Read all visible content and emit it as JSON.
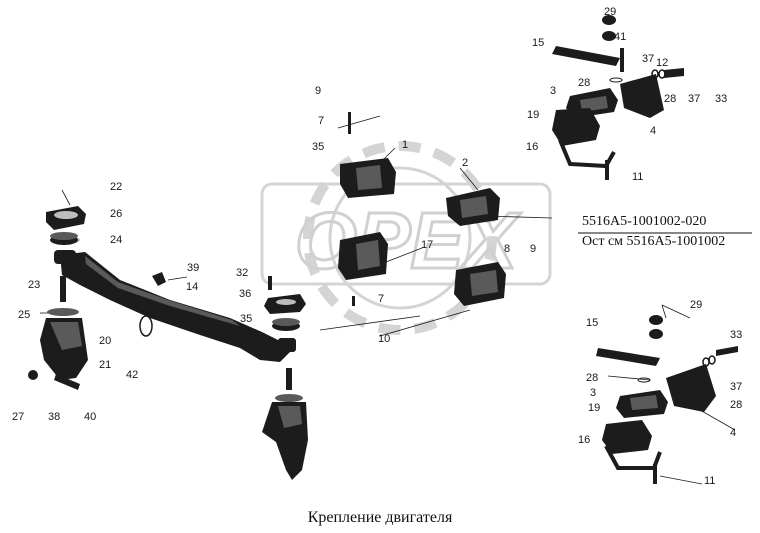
{
  "title": "Крепление двигателя",
  "designation": "5516А5-1001002-020",
  "designation_alt": "Ост см 5516А5-1001002",
  "watermark": "OPEX",
  "colors": {
    "part": "#1c1c1c",
    "shade": "#5a5a5a",
    "light": "#bdbdbd",
    "watermark": "#d4d4d4"
  },
  "callouts": [
    {
      "id": "c29a",
      "text": "29"
    },
    {
      "id": "c41",
      "text": "41"
    },
    {
      "id": "c15a",
      "text": "15"
    },
    {
      "id": "c37a",
      "text": "37"
    },
    {
      "id": "c12",
      "text": "12"
    },
    {
      "id": "c3a",
      "text": "3"
    },
    {
      "id": "c28a",
      "text": "28"
    },
    {
      "id": "c28b",
      "text": "28"
    },
    {
      "id": "c37b",
      "text": "37"
    },
    {
      "id": "c33a",
      "text": "33"
    },
    {
      "id": "c19a",
      "text": "19"
    },
    {
      "id": "c4a",
      "text": "4"
    },
    {
      "id": "c16a",
      "text": "16"
    },
    {
      "id": "c11a",
      "text": "11"
    },
    {
      "id": "c9a",
      "text": "9"
    },
    {
      "id": "c7a",
      "text": "7"
    },
    {
      "id": "c35a",
      "text": "35"
    },
    {
      "id": "c1",
      "text": "1"
    },
    {
      "id": "c2",
      "text": "2"
    },
    {
      "id": "c22",
      "text": "22"
    },
    {
      "id": "c26",
      "text": "26"
    },
    {
      "id": "c24",
      "text": "24"
    },
    {
      "id": "c17",
      "text": "17"
    },
    {
      "id": "c8",
      "text": "8"
    },
    {
      "id": "c9b",
      "text": "9"
    },
    {
      "id": "c39",
      "text": "39"
    },
    {
      "id": "c32",
      "text": "32"
    },
    {
      "id": "c14",
      "text": "14"
    },
    {
      "id": "c36",
      "text": "36"
    },
    {
      "id": "c7b",
      "text": "7"
    },
    {
      "id": "c23",
      "text": "23"
    },
    {
      "id": "c25",
      "text": "25"
    },
    {
      "id": "c35b",
      "text": "35"
    },
    {
      "id": "c10",
      "text": "10"
    },
    {
      "id": "c20",
      "text": "20"
    },
    {
      "id": "c21",
      "text": "21"
    },
    {
      "id": "c42",
      "text": "42"
    },
    {
      "id": "c27",
      "text": "27"
    },
    {
      "id": "c38",
      "text": "38"
    },
    {
      "id": "c40",
      "text": "40"
    },
    {
      "id": "c15b",
      "text": "15"
    },
    {
      "id": "c29b",
      "text": "29"
    },
    {
      "id": "c33b",
      "text": "33"
    },
    {
      "id": "c28c",
      "text": "28"
    },
    {
      "id": "c3b",
      "text": "3"
    },
    {
      "id": "c37c",
      "text": "37"
    },
    {
      "id": "c28d",
      "text": "28"
    },
    {
      "id": "c19b",
      "text": "19"
    },
    {
      "id": "c4b",
      "text": "4"
    },
    {
      "id": "c16b",
      "text": "16"
    },
    {
      "id": "c11b",
      "text": "11"
    }
  ]
}
